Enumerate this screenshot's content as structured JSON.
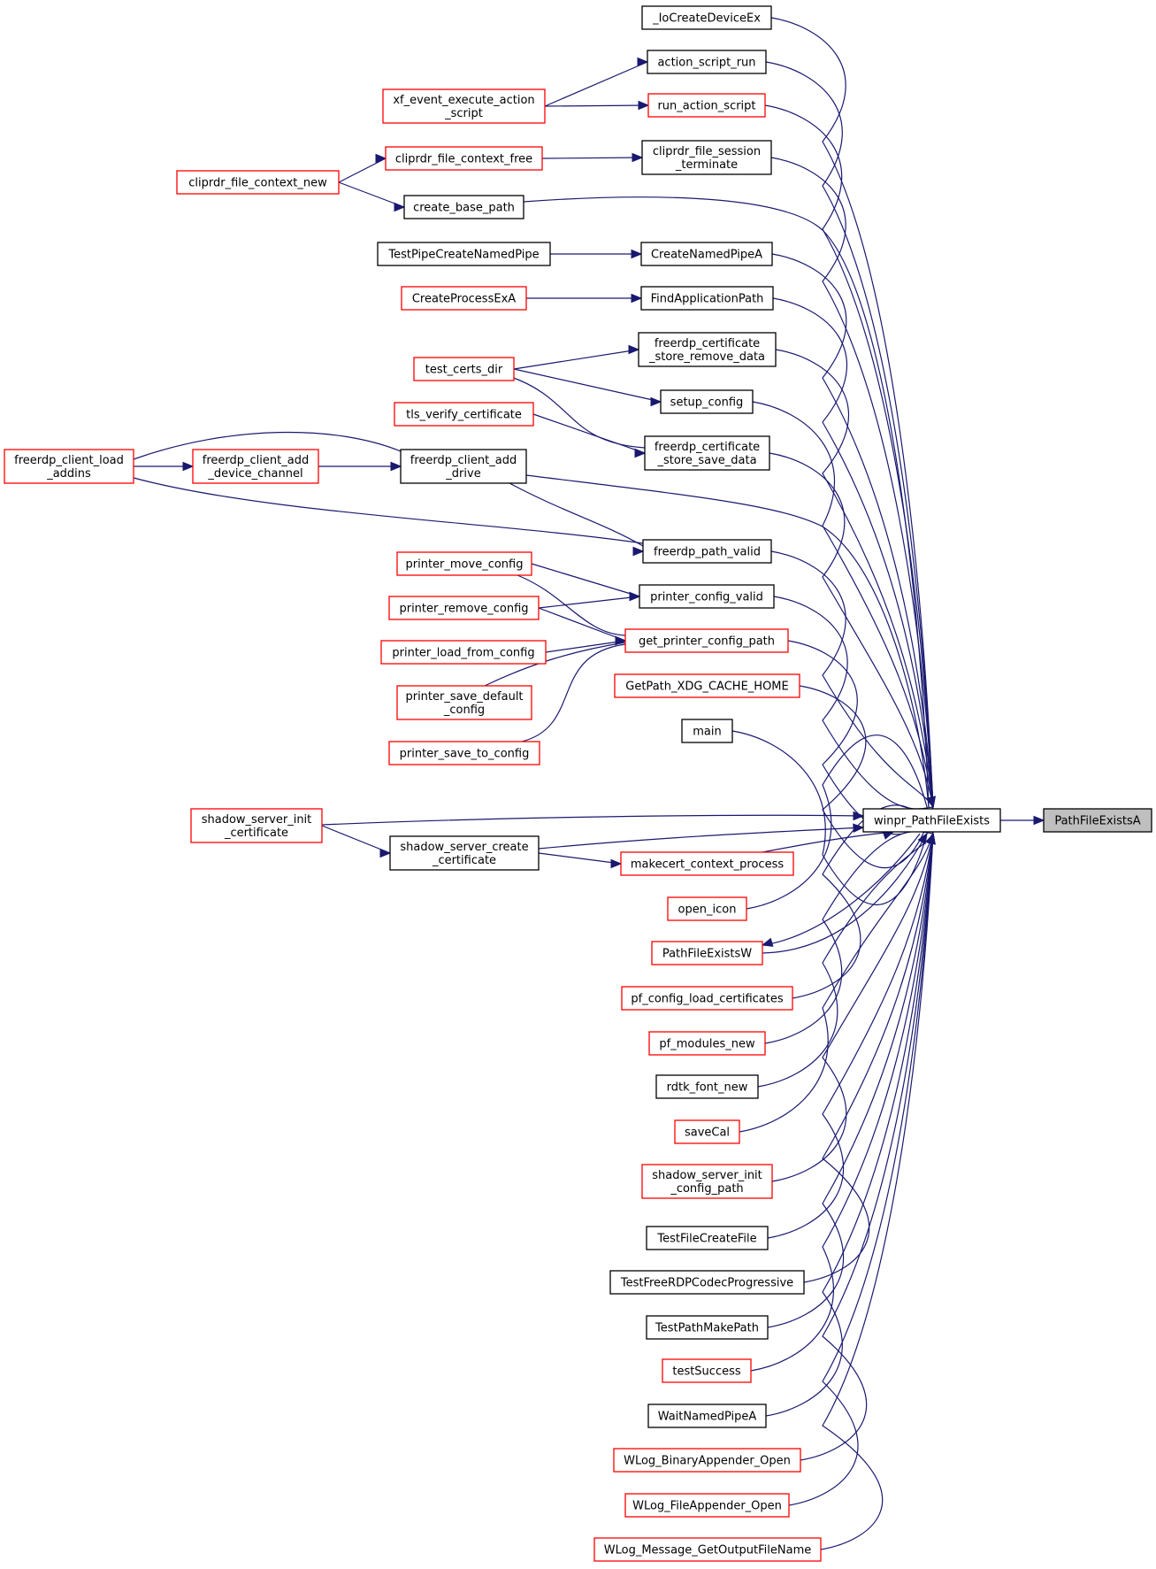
{
  "colors": {
    "edge": "#191970",
    "border_black": "#000000",
    "border_red": "#ff0000",
    "highlight_fill": "#bfbfbf",
    "node_fill": "#ffffff"
  },
  "nodes": [
    {
      "id": "PathFileExistsA",
      "label": [
        "PathFileExistsA"
      ],
      "border": "black",
      "highlight": true
    },
    {
      "id": "winpr_PathFileExists",
      "label": [
        "winpr_PathFileExists"
      ],
      "border": "black"
    },
    {
      "id": "_IoCreateDeviceEx",
      "label": [
        "_IoCreateDeviceEx"
      ],
      "border": "black"
    },
    {
      "id": "action_script_run",
      "label": [
        "action_script_run"
      ],
      "border": "black"
    },
    {
      "id": "xf_event_execute_action_script",
      "label": [
        "xf_event_execute_action",
        "_script"
      ],
      "border": "red"
    },
    {
      "id": "run_action_script",
      "label": [
        "run_action_script"
      ],
      "border": "red"
    },
    {
      "id": "cliprdr_file_session_terminate",
      "label": [
        "cliprdr_file_session",
        "_terminate"
      ],
      "border": "black"
    },
    {
      "id": "cliprdr_file_context_free",
      "label": [
        "cliprdr_file_context_free"
      ],
      "border": "red"
    },
    {
      "id": "cliprdr_file_context_new",
      "label": [
        "cliprdr_file_context_new"
      ],
      "border": "red"
    },
    {
      "id": "create_base_path",
      "label": [
        "create_base_path"
      ],
      "border": "black"
    },
    {
      "id": "CreateNamedPipeA",
      "label": [
        "CreateNamedPipeA"
      ],
      "border": "black"
    },
    {
      "id": "TestPipeCreateNamedPipe",
      "label": [
        "TestPipeCreateNamedPipe"
      ],
      "border": "black"
    },
    {
      "id": "FindApplicationPath",
      "label": [
        "FindApplicationPath"
      ],
      "border": "black"
    },
    {
      "id": "CreateProcessExA",
      "label": [
        "CreateProcessExA"
      ],
      "border": "red"
    },
    {
      "id": "freerdp_certificate_store_remove_data",
      "label": [
        "freerdp_certificate",
        "_store_remove_data"
      ],
      "border": "black"
    },
    {
      "id": "test_certs_dir",
      "label": [
        "test_certs_dir"
      ],
      "border": "red"
    },
    {
      "id": "setup_config",
      "label": [
        "setup_config"
      ],
      "border": "black"
    },
    {
      "id": "tls_verify_certificate",
      "label": [
        "tls_verify_certificate"
      ],
      "border": "red"
    },
    {
      "id": "freerdp_certificate_store_save_data",
      "label": [
        "freerdp_certificate",
        "_store_save_data"
      ],
      "border": "black"
    },
    {
      "id": "freerdp_client_load_addins",
      "label": [
        "freerdp_client_load",
        "_addins"
      ],
      "border": "red"
    },
    {
      "id": "freerdp_client_add_device_channel",
      "label": [
        "freerdp_client_add",
        "_device_channel"
      ],
      "border": "red"
    },
    {
      "id": "freerdp_client_add_drive",
      "label": [
        "freerdp_client_add",
        "_drive"
      ],
      "border": "black"
    },
    {
      "id": "freerdp_path_valid",
      "label": [
        "freerdp_path_valid"
      ],
      "border": "black"
    },
    {
      "id": "printer_move_config",
      "label": [
        "printer_move_config"
      ],
      "border": "red"
    },
    {
      "id": "printer_config_valid",
      "label": [
        "printer_config_valid"
      ],
      "border": "black"
    },
    {
      "id": "printer_remove_config",
      "label": [
        "printer_remove_config"
      ],
      "border": "red"
    },
    {
      "id": "get_printer_config_path",
      "label": [
        "get_printer_config_path"
      ],
      "border": "red"
    },
    {
      "id": "printer_load_from_config",
      "label": [
        "printer_load_from_config"
      ],
      "border": "red"
    },
    {
      "id": "GetPath_XDG_CACHE_HOME",
      "label": [
        "GetPath_XDG_CACHE_HOME"
      ],
      "border": "red"
    },
    {
      "id": "printer_save_default_config",
      "label": [
        "printer_save_default",
        "_config"
      ],
      "border": "red"
    },
    {
      "id": "main",
      "label": [
        "main"
      ],
      "border": "black"
    },
    {
      "id": "printer_save_to_config",
      "label": [
        "printer_save_to_config"
      ],
      "border": "red"
    },
    {
      "id": "shadow_server_init_certificate",
      "label": [
        "shadow_server_init",
        "_certificate"
      ],
      "border": "red"
    },
    {
      "id": "shadow_server_create_certificate",
      "label": [
        "shadow_server_create",
        "_certificate"
      ],
      "border": "black"
    },
    {
      "id": "makecert_context_process",
      "label": [
        "makecert_context_process"
      ],
      "border": "red"
    },
    {
      "id": "open_icon",
      "label": [
        "open_icon"
      ],
      "border": "red"
    },
    {
      "id": "PathFileExistsW",
      "label": [
        "PathFileExistsW"
      ],
      "border": "red"
    },
    {
      "id": "pf_config_load_certificates",
      "label": [
        "pf_config_load_certificates"
      ],
      "border": "red"
    },
    {
      "id": "pf_modules_new",
      "label": [
        "pf_modules_new"
      ],
      "border": "red"
    },
    {
      "id": "rdtk_font_new",
      "label": [
        "rdtk_font_new"
      ],
      "border": "black"
    },
    {
      "id": "saveCal",
      "label": [
        "saveCal"
      ],
      "border": "red"
    },
    {
      "id": "shadow_server_init_config_path",
      "label": [
        "shadow_server_init",
        "_config_path"
      ],
      "border": "red"
    },
    {
      "id": "TestFileCreateFile",
      "label": [
        "TestFileCreateFile"
      ],
      "border": "black"
    },
    {
      "id": "TestFreeRDPCodecProgressive",
      "label": [
        "TestFreeRDPCodecProgressive"
      ],
      "border": "black"
    },
    {
      "id": "TestPathMakePath",
      "label": [
        "TestPathMakePath"
      ],
      "border": "black"
    },
    {
      "id": "testSuccess",
      "label": [
        "testSuccess"
      ],
      "border": "red"
    },
    {
      "id": "WaitNamedPipeA",
      "label": [
        "WaitNamedPipeA"
      ],
      "border": "black"
    },
    {
      "id": "WLog_BinaryAppender_Open",
      "label": [
        "WLog_BinaryAppender_Open"
      ],
      "border": "red"
    },
    {
      "id": "WLog_FileAppender_Open",
      "label": [
        "WLog_FileAppender_Open"
      ],
      "border": "red"
    },
    {
      "id": "WLog_Message_GetOutputFileName",
      "label": [
        "WLog_Message_GetOutputFileName"
      ],
      "border": "red"
    }
  ],
  "edges": [
    {
      "from": "winpr_PathFileExists",
      "to": "PathFileExistsA"
    },
    {
      "from": "_IoCreateDeviceEx",
      "to": "winpr_PathFileExists"
    },
    {
      "from": "action_script_run",
      "to": "winpr_PathFileExists"
    },
    {
      "from": "xf_event_execute_action_script",
      "to": "action_script_run"
    },
    {
      "from": "run_action_script",
      "to": "winpr_PathFileExists"
    },
    {
      "from": "xf_event_execute_action_script",
      "to": "run_action_script"
    },
    {
      "from": "cliprdr_file_session_terminate",
      "to": "winpr_PathFileExists"
    },
    {
      "from": "cliprdr_file_context_free",
      "to": "cliprdr_file_session_terminate"
    },
    {
      "from": "cliprdr_file_context_new",
      "to": "cliprdr_file_context_free"
    },
    {
      "from": "create_base_path",
      "to": "winpr_PathFileExists"
    },
    {
      "from": "cliprdr_file_context_new",
      "to": "create_base_path"
    },
    {
      "from": "CreateNamedPipeA",
      "to": "winpr_PathFileExists"
    },
    {
      "from": "TestPipeCreateNamedPipe",
      "to": "CreateNamedPipeA"
    },
    {
      "from": "FindApplicationPath",
      "to": "winpr_PathFileExists"
    },
    {
      "from": "CreateProcessExA",
      "to": "FindApplicationPath"
    },
    {
      "from": "freerdp_certificate_store_remove_data",
      "to": "winpr_PathFileExists"
    },
    {
      "from": "test_certs_dir",
      "to": "freerdp_certificate_store_remove_data"
    },
    {
      "from": "setup_config",
      "to": "winpr_PathFileExists"
    },
    {
      "from": "test_certs_dir",
      "to": "setup_config"
    },
    {
      "from": "freerdp_certificate_store_save_data",
      "to": "winpr_PathFileExists"
    },
    {
      "from": "test_certs_dir",
      "to": "freerdp_certificate_store_save_data"
    },
    {
      "from": "tls_verify_certificate",
      "to": "freerdp_certificate_store_save_data"
    },
    {
      "from": "freerdp_client_add_drive",
      "to": "winpr_PathFileExists"
    },
    {
      "from": "freerdp_client_add_device_channel",
      "to": "freerdp_client_add_drive"
    },
    {
      "from": "freerdp_client_load_addins",
      "to": "freerdp_client_add_drive"
    },
    {
      "from": "freerdp_client_load_addins",
      "to": "freerdp_client_add_device_channel"
    },
    {
      "from": "freerdp_path_valid",
      "to": "winpr_PathFileExists"
    },
    {
      "from": "freerdp_client_add_drive",
      "to": "freerdp_path_valid"
    },
    {
      "from": "freerdp_client_load_addins",
      "to": "freerdp_path_valid"
    },
    {
      "from": "printer_config_valid",
      "to": "winpr_PathFileExists"
    },
    {
      "from": "printer_move_config",
      "to": "printer_config_valid"
    },
    {
      "from": "printer_remove_config",
      "to": "printer_config_valid"
    },
    {
      "from": "get_printer_config_path",
      "to": "winpr_PathFileExists"
    },
    {
      "from": "printer_move_config",
      "to": "get_printer_config_path"
    },
    {
      "from": "printer_remove_config",
      "to": "get_printer_config_path"
    },
    {
      "from": "printer_load_from_config",
      "to": "get_printer_config_path"
    },
    {
      "from": "printer_save_default_config",
      "to": "get_printer_config_path"
    },
    {
      "from": "printer_save_to_config",
      "to": "get_printer_config_path"
    },
    {
      "from": "GetPath_XDG_CACHE_HOME",
      "to": "winpr_PathFileExists"
    },
    {
      "from": "main",
      "to": "winpr_PathFileExists"
    },
    {
      "from": "shadow_server_init_certificate",
      "to": "winpr_PathFileExists"
    },
    {
      "from": "shadow_server_create_certificate",
      "to": "winpr_PathFileExists"
    },
    {
      "from": "shadow_server_init_certificate",
      "to": "shadow_server_create_certificate"
    },
    {
      "from": "makecert_context_process",
      "to": "winpr_PathFileExists"
    },
    {
      "from": "shadow_server_create_certificate",
      "to": "makecert_context_process"
    },
    {
      "from": "open_icon",
      "to": "winpr_PathFileExists"
    },
    {
      "from": "PathFileExistsW",
      "to": "winpr_PathFileExists"
    },
    {
      "from": "winpr_PathFileExists",
      "to": "PathFileExistsW"
    },
    {
      "from": "pf_config_load_certificates",
      "to": "winpr_PathFileExists"
    },
    {
      "from": "pf_modules_new",
      "to": "winpr_PathFileExists"
    },
    {
      "from": "rdtk_font_new",
      "to": "winpr_PathFileExists"
    },
    {
      "from": "saveCal",
      "to": "winpr_PathFileExists"
    },
    {
      "from": "shadow_server_init_config_path",
      "to": "winpr_PathFileExists"
    },
    {
      "from": "TestFileCreateFile",
      "to": "winpr_PathFileExists"
    },
    {
      "from": "TestFreeRDPCodecProgressive",
      "to": "winpr_PathFileExists"
    },
    {
      "from": "TestPathMakePath",
      "to": "winpr_PathFileExists"
    },
    {
      "from": "testSuccess",
      "to": "winpr_PathFileExists"
    },
    {
      "from": "WaitNamedPipeA",
      "to": "winpr_PathFileExists"
    },
    {
      "from": "WLog_BinaryAppender_Open",
      "to": "winpr_PathFileExists"
    },
    {
      "from": "WLog_FileAppender_Open",
      "to": "winpr_PathFileExists"
    },
    {
      "from": "WLog_Message_GetOutputFileName",
      "to": "winpr_PathFileExists"
    }
  ]
}
